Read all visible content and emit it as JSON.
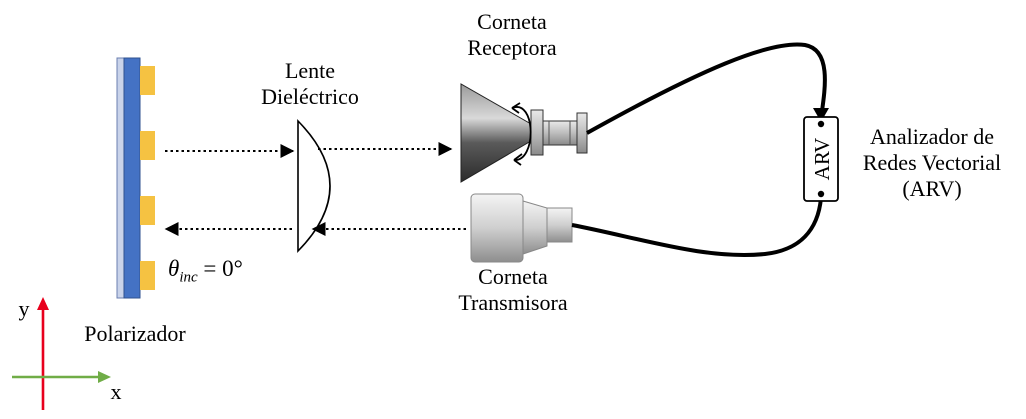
{
  "labels": {
    "horn_receiver_line1": "Corneta",
    "horn_receiver_line2": "Receptora",
    "lens_line1": "Lente",
    "lens_line2": "Dieléctrico",
    "analyzer_line1": "Analizador de",
    "analyzer_line2": "Redes Vectorial",
    "analyzer_line3": "(ARV)",
    "arv_box": "ARV",
    "horn_transmitter_line1": "Corneta",
    "horn_transmitter_line2": "Transmisora",
    "polarizer": "Polarizador",
    "angle_symbol": "θ",
    "angle_subscript": "inc",
    "angle_value": " = 0°",
    "axis_y": "y",
    "axis_x": "x"
  },
  "colors": {
    "substrate": "#4472c4",
    "substrate_edge": "#c9d3ea",
    "patch": "#f5c242",
    "axis_y": "#e8001c",
    "axis_x": "#70ad47",
    "horn_rx_dark": "#3d3d3d",
    "horn_tx_light": "#d6d6d6"
  }
}
